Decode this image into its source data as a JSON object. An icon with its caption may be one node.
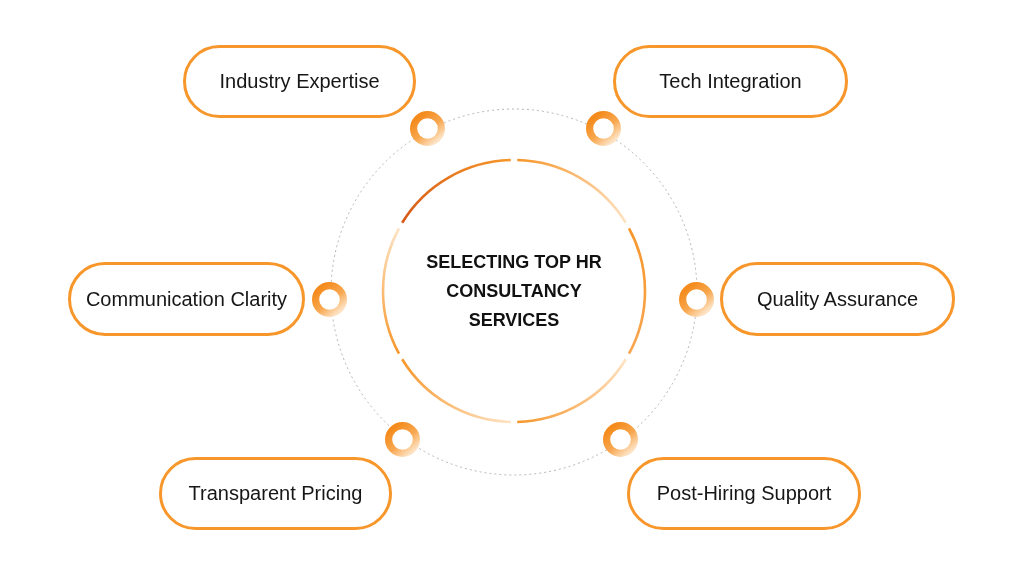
{
  "diagram": {
    "nodes": [
      {
        "text": [
          "Industry Expertise"
        ]
      },
      {
        "text": [
          "Tech Integration"
        ]
      },
      {
        "text": [
          "Communication Clarity"
        ]
      },
      {
        "text": [
          "SELECTING TOP HR CONSULTANCY SERVICES"
        ]
      },
      {
        "text": [
          "Quality Assurance"
        ]
      },
      {
        "text": [
          "Transparent Pricing"
        ]
      },
      {
        "text": [
          "Post-Hiring Support"
        ]
      }
    ]
  }
}
